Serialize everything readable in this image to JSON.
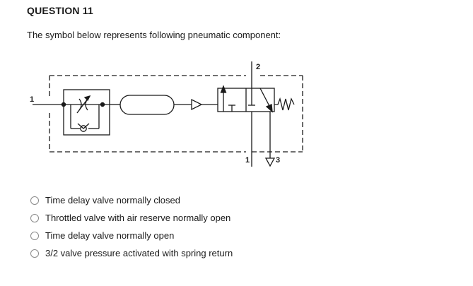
{
  "question": {
    "title": "QUESTION 11",
    "text": "The symbol below represents following pneumatic component:"
  },
  "diagram": {
    "port_labels": {
      "p1_left": "1",
      "p2_top": "2",
      "p1_bottom": "1",
      "p3_exhaust": "3"
    }
  },
  "options": [
    {
      "label": "Time delay valve normally closed",
      "selected": false
    },
    {
      "label": "Throttled valve with air reserve normally open",
      "selected": false
    },
    {
      "label": "Time delay valve normally open",
      "selected": false
    },
    {
      "label": "3/2 valve pressure activated with spring return",
      "selected": false
    }
  ]
}
